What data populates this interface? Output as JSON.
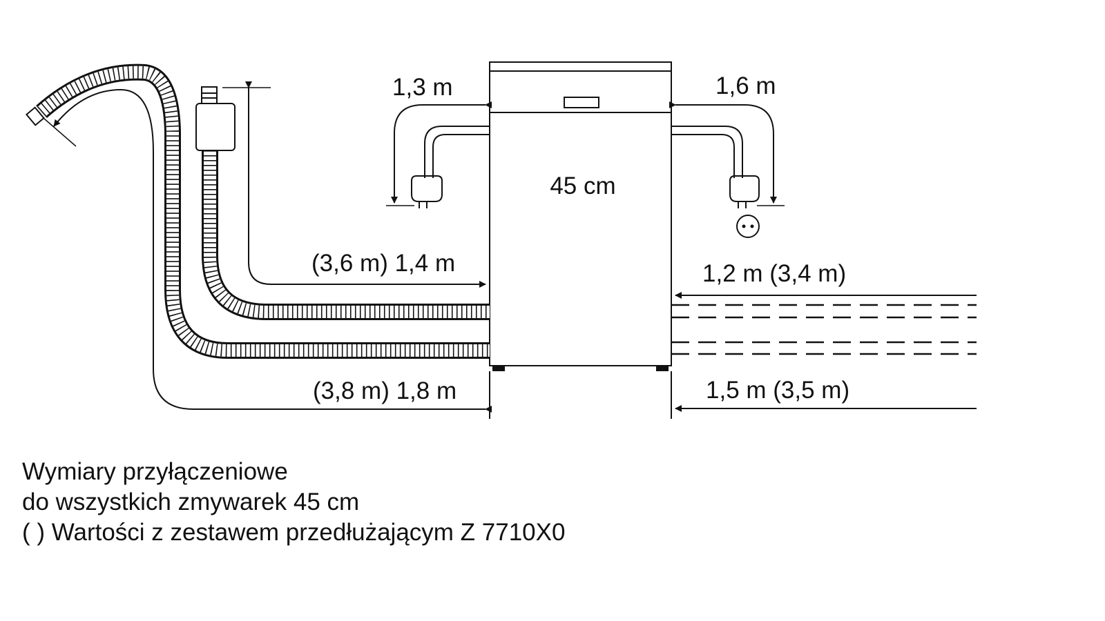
{
  "diagram": {
    "center_width_label": "45 cm",
    "left_power_cord_label": "1,3 m",
    "right_power_cord_label": "1,6 m",
    "water_inlet_label": "(3,6 m) 1,4 m",
    "drain_hose_label": "(3,8 m) 1,8 m",
    "right_upper_hose_label": "1,2 m (3,4 m)",
    "right_lower_hose_label": "1,5 m (3,5 m)"
  },
  "caption": {
    "line1": "Wymiary przyłączeniowe",
    "line2": "do wszystkich zmywarek 45 cm",
    "line3": "( ) Wartości z zestawem przedłużającym Z 7710X0"
  },
  "colors": {
    "ink": "#111111",
    "background": "#ffffff"
  }
}
